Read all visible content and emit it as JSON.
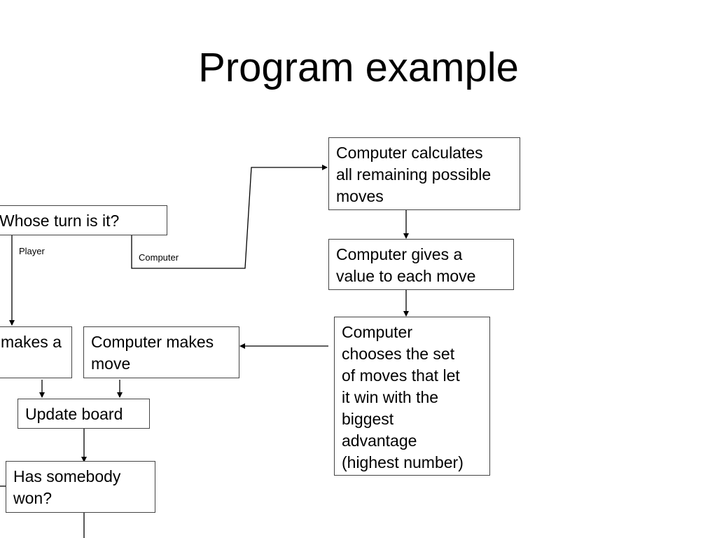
{
  "slide": {
    "title": "Program example"
  },
  "flowchart": {
    "nodes": {
      "whose_turn": "Whose turn is it?",
      "player_makes_move": "makes a",
      "computer_makes_move": [
        "Computer makes",
        "move"
      ],
      "update_board": "Update board",
      "has_somebody_won": [
        "Has somebody",
        "won?"
      ],
      "calculates_moves": [
        "Computer calculates",
        "all remaining possible",
        "moves"
      ],
      "gives_value": [
        "Computer gives a",
        "value to each move"
      ],
      "chooses_moves": [
        "Computer",
        "chooses the set",
        "of moves that let",
        "it win with the",
        "biggest",
        "advantage",
        "(highest number)"
      ]
    },
    "edge_labels": {
      "player": "Player",
      "computer": "Computer"
    }
  }
}
